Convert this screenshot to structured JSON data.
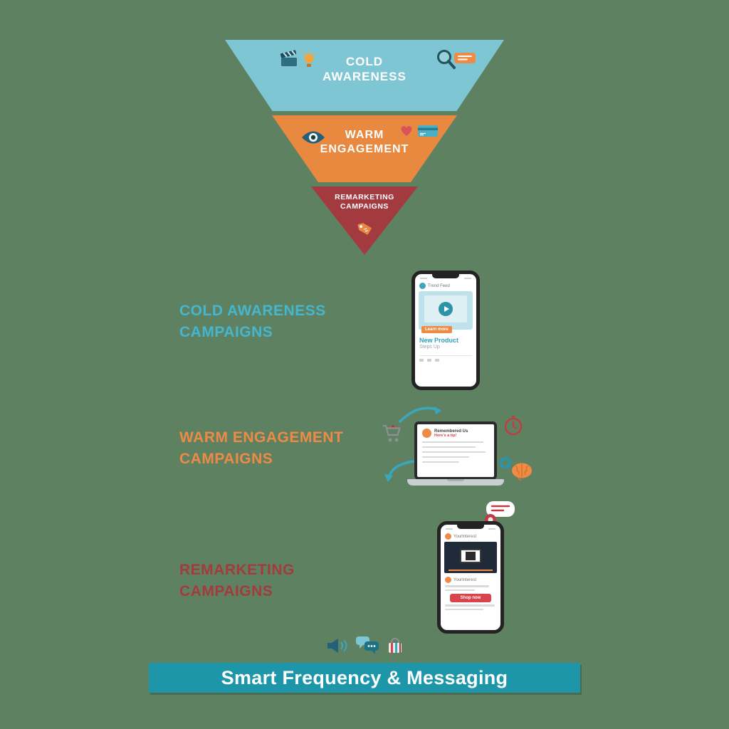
{
  "palette": {
    "background": "#5e8261",
    "funnel_cold": "#7fc6d4",
    "funnel_warm": "#e9883f",
    "funnel_remarketing": "#a33a40",
    "label_cold": "#45b6cf",
    "label_warm": "#ee8a45",
    "label_remarketing": "#a33a40",
    "banner_bg": "#1d96aa",
    "banner_text": "#ffffff",
    "cta_orange": "#ef8b45",
    "cta_red": "#d9434b"
  },
  "funnel": {
    "cold": {
      "line1": "COLD",
      "line2": "AWARENESS"
    },
    "warm": {
      "line1": "WARM",
      "line2": "ENGAGEMENT"
    },
    "remarketing": {
      "line1": "REMARKETING",
      "line2": "CAMPAIGNS"
    }
  },
  "sections": {
    "cold": {
      "line1": "COLD AWARENESS",
      "line2": "CAMPAIGNS"
    },
    "warm": {
      "line1": "WARM ENGAGEMENT",
      "line2": "CAMPAIGNS"
    },
    "remarketing": {
      "line1": "REMARKETING",
      "line2": "CAMPAIGNS"
    }
  },
  "phone_cold": {
    "profile_name": "Trend Feed",
    "cta": "Learn more",
    "headline": "New Product",
    "subline": "Steps Up"
  },
  "laptop_warm": {
    "name": "Remembered Us",
    "highlight": "Here's a tip!"
  },
  "phone_remarketing": {
    "profile_name": "YourInterest",
    "card_name": "YourInterest",
    "cta": "Shop now"
  },
  "banner": {
    "text": "Smart Frequency & Messaging"
  },
  "icons": {
    "funnel_cold": [
      "clapperboard-icon",
      "lightbulb-icon",
      "magnifier-icon",
      "ad-tag-icon"
    ],
    "funnel_warm": [
      "eye-icon",
      "heart-icon",
      "credit-card-icon"
    ],
    "funnel_remarketing": [
      "price-tag-icon"
    ],
    "around_laptop": [
      "shopping-cart-icon",
      "curved-arrow-top-icon",
      "curved-arrow-bottom-icon",
      "clock-icon",
      "gear-icon",
      "brain-icon"
    ],
    "phone_remarketing": [
      "reminder-icon"
    ],
    "footer_row": [
      "speaker-icon",
      "chat-bubbles-icon",
      "shopping-bag-icon"
    ]
  }
}
